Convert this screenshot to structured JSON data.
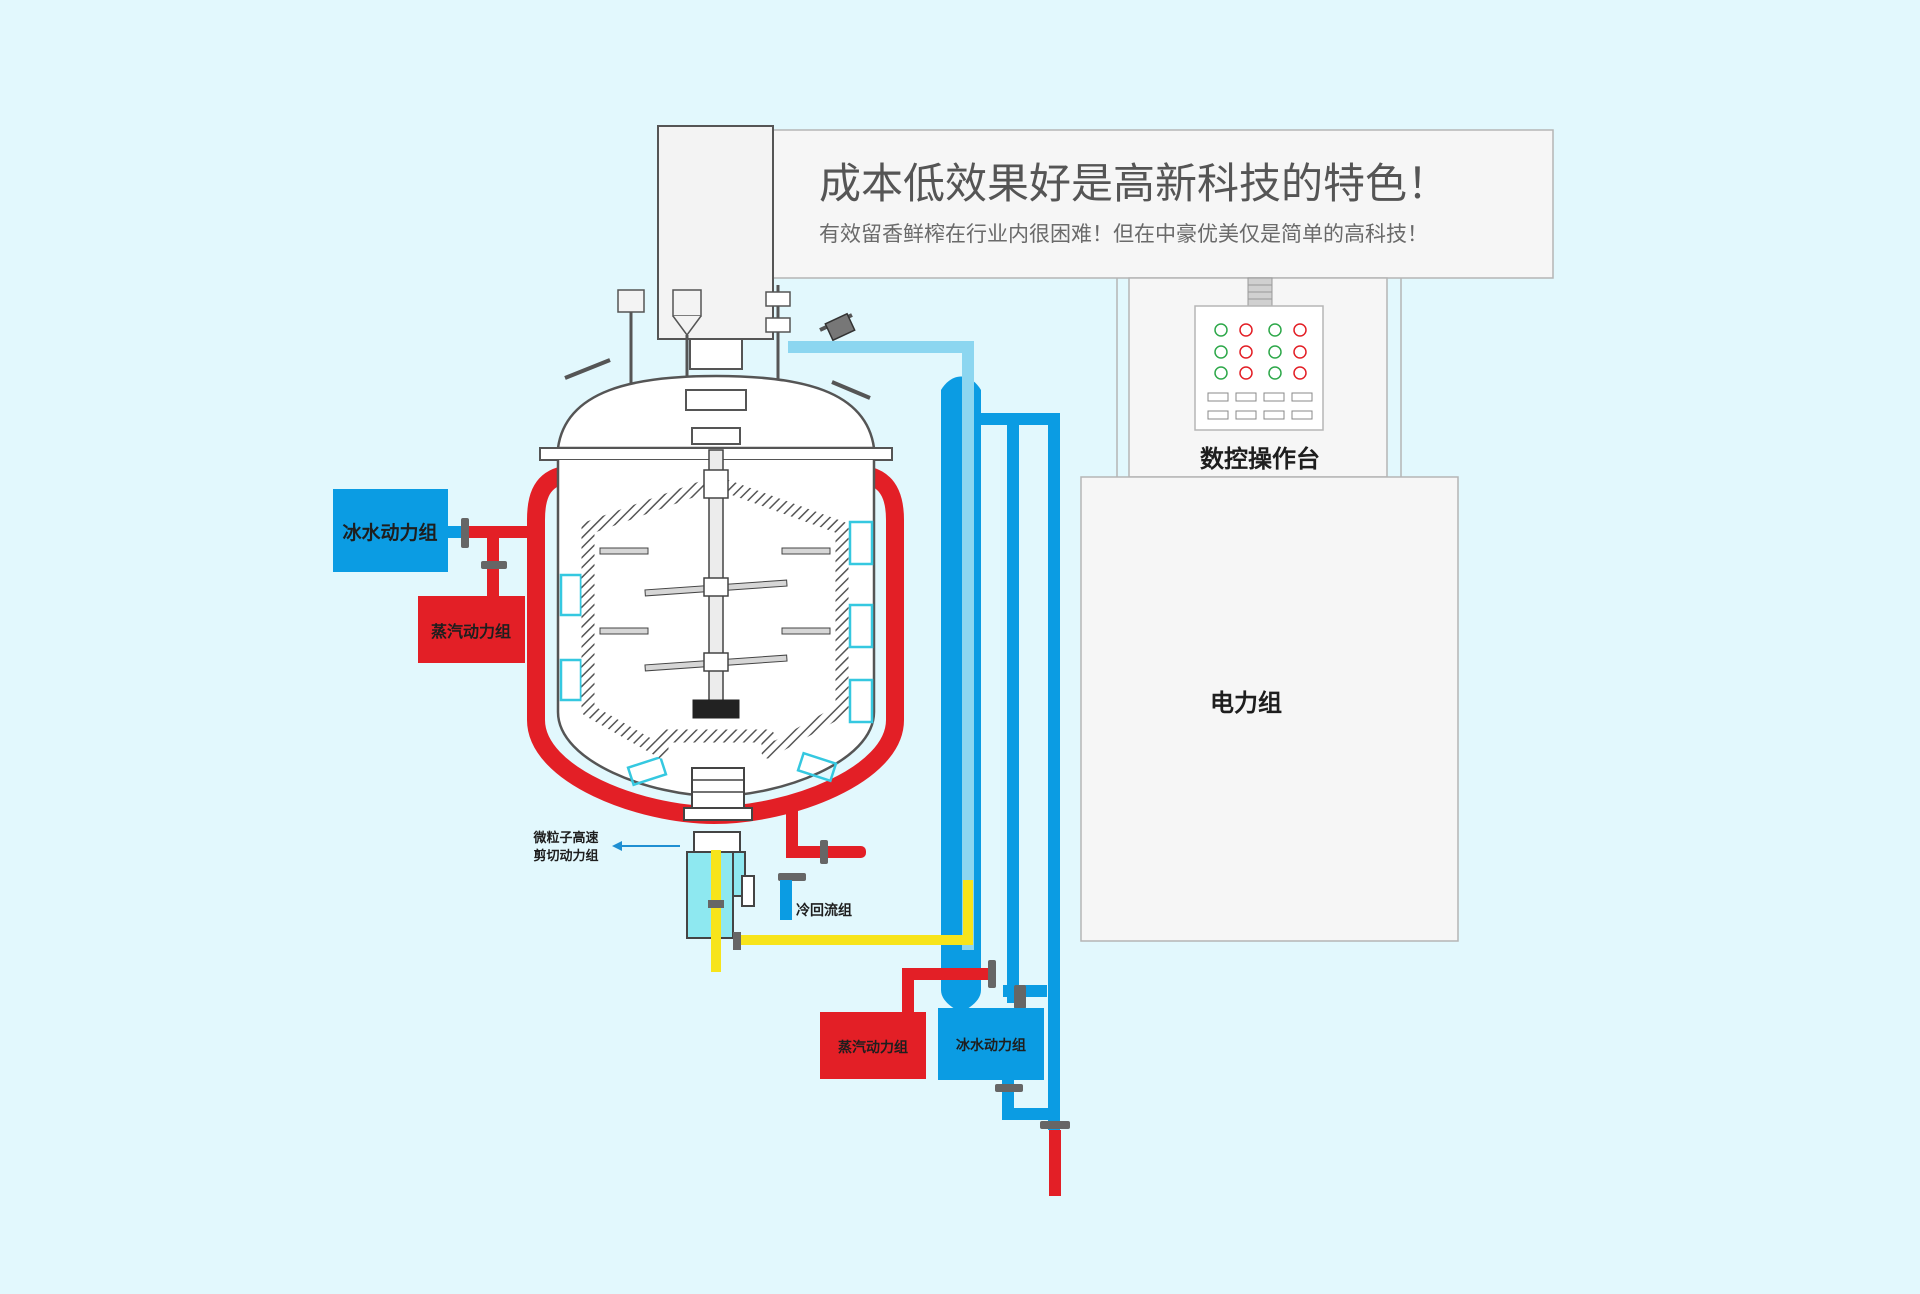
{
  "header": {
    "title": "成本低效果好是高新科技的特色！",
    "subtitle": "有效留香鲜榨在行业内很困难！但在中豪优美仅是简单的高科技！"
  },
  "labels": {
    "ice_unit_left": "冰水动力组",
    "steam_unit_left": "蒸汽动力组",
    "shear_line1": "微粒子高速",
    "shear_line2": "剪切动力组",
    "cold_return": "冷回流组",
    "steam_unit_bottom": "蒸汽动力组",
    "ice_unit_bottom": "冰水动力组",
    "control_panel": "数控操作台",
    "power_unit": "电力组"
  },
  "colors": {
    "background": "#e2f8fd",
    "jacket_red": "#e31f26",
    "water_blue": "#0b9ce3",
    "product_yellow": "#f7e41b",
    "led_green": "#2ea84a",
    "led_red": "#e31f26"
  },
  "icons": {
    "flow_arrow": "arrow-left-icon"
  }
}
